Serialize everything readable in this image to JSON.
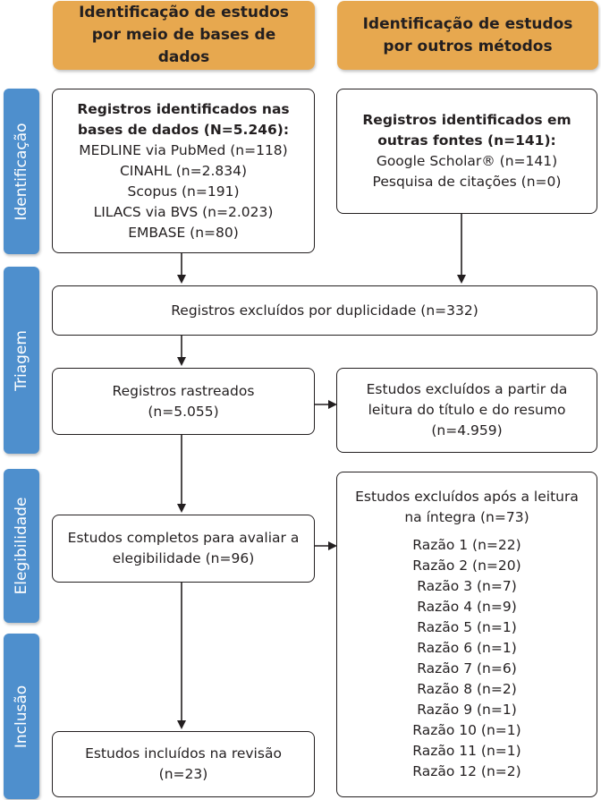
{
  "headers": {
    "databases": "Identificação de estudos por meio de bases de dados",
    "other_methods": "Identificação de estudos por outros métodos"
  },
  "phases": {
    "identification": "Identificação",
    "screening": "Triagem",
    "eligibility": "Elegibilidade",
    "inclusion": "Inclusão"
  },
  "boxes": {
    "db_records": {
      "title": "Registros identificados nas bases de dados (N=5.246):",
      "items": [
        "MEDLINE via PubMed (n=118)",
        "CINAHL (n=2.834)",
        "Scopus (n=191)",
        "LILACS via BVS (n=2.023)",
        "EMBASE (n=80)"
      ]
    },
    "other_records": {
      "title": "Registros identificados em outras fontes (n=141):",
      "items": [
        "Google Scholar® (n=141)",
        "Pesquisa de citações (n=0)"
      ]
    },
    "duplicates": {
      "text": "Registros excluídos por duplicidade (n=332)"
    },
    "screened": {
      "line1": "Registros rastreados",
      "line2": "(n=5.055)"
    },
    "excluded_title": {
      "line1": "Estudos excluídos a partir da",
      "line2": "leitura do título e do resumo",
      "line3": "(n=4.959)"
    },
    "full_text": {
      "line1": "Estudos completos para avaliar a",
      "line2": "elegibilidade (n=96)"
    },
    "excluded_full": {
      "line1": "Estudos excluídos após a leitura",
      "line2": "na íntegra (n=73)",
      "reasons": [
        "Razão 1 (n=22)",
        "Razão 2 (n=20)",
        "Razão 3 (n=7)",
        "Razão 4 (n=9)",
        "Razão 5 (n=1)",
        "Razão 6 (n=1)",
        "Razão 7 (n=6)",
        "Razão 8 (n=2)",
        "Razão 9 (n=1)",
        "Razão 10 (n=1)",
        "Razão 11 (n=1)",
        "Razão 12 (n=2)"
      ]
    },
    "included": {
      "line1": "Estudos incluídos na revisão",
      "line2": "(n=23)"
    }
  }
}
